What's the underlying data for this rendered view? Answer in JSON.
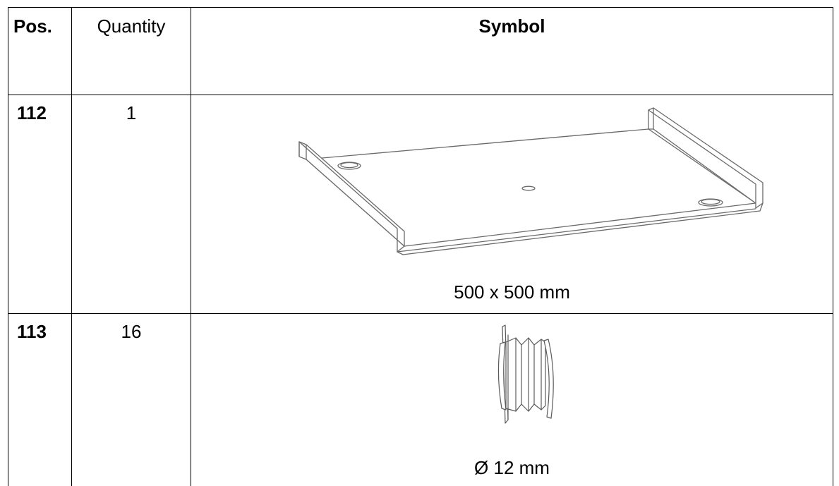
{
  "table": {
    "headers": {
      "pos": "Pos.",
      "quantity": "Quantity",
      "symbol": "Symbol"
    },
    "rows": [
      {
        "pos": "112",
        "quantity": "1",
        "caption": "500 x 500 mm",
        "icon": "base-plate-icon"
      },
      {
        "pos": "113",
        "quantity": "16",
        "caption": "Ø 12 mm",
        "icon": "grommet-icon"
      }
    ]
  }
}
